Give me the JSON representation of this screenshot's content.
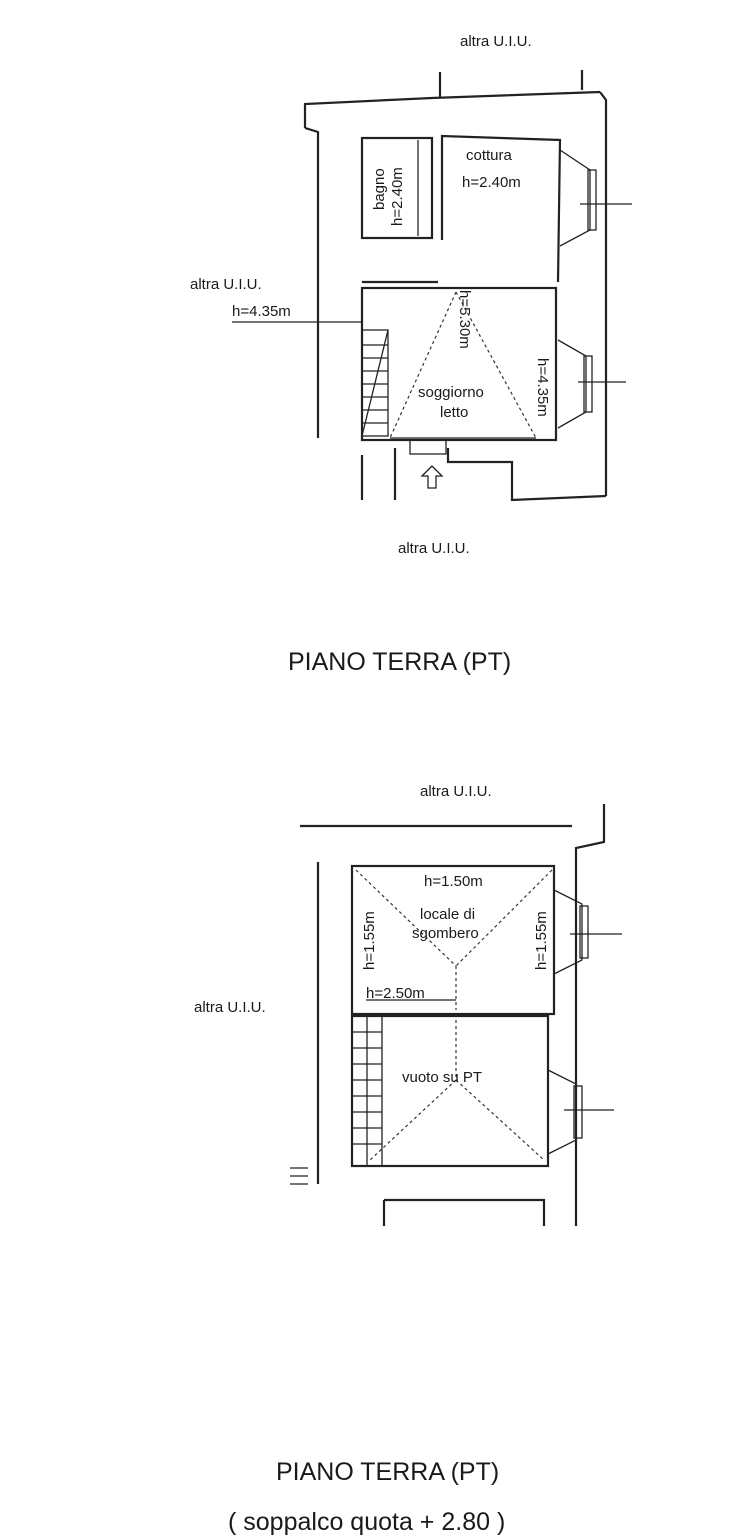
{
  "neighbors": {
    "label": "altra U.I.U."
  },
  "ground_floor": {
    "title": "PIANO TERRA (PT)",
    "rooms": {
      "bagno": {
        "name": "bagno",
        "height": "h=2.40m"
      },
      "cottura": {
        "name": "cottura",
        "height": "h=2.40m"
      },
      "soggiorno": {
        "name_line1": "soggiorno",
        "name_line2": "letto"
      }
    },
    "heights": {
      "left": "h=4.35m",
      "center": "h=5.30m",
      "right": "h=4.35m"
    }
  },
  "mezzanine": {
    "title": "PIANO TERRA (PT)",
    "subtitle": "( soppalco quota + 2.80 )",
    "rooms": {
      "storage": {
        "name_line1": "locale di",
        "name_line2": "sgombero"
      },
      "void": {
        "name": "vuoto su PT"
      }
    },
    "heights": {
      "top": "h=1.50m",
      "left": "h=1.55m",
      "right": "h=1.55m",
      "floor": "h=2.50m"
    }
  }
}
